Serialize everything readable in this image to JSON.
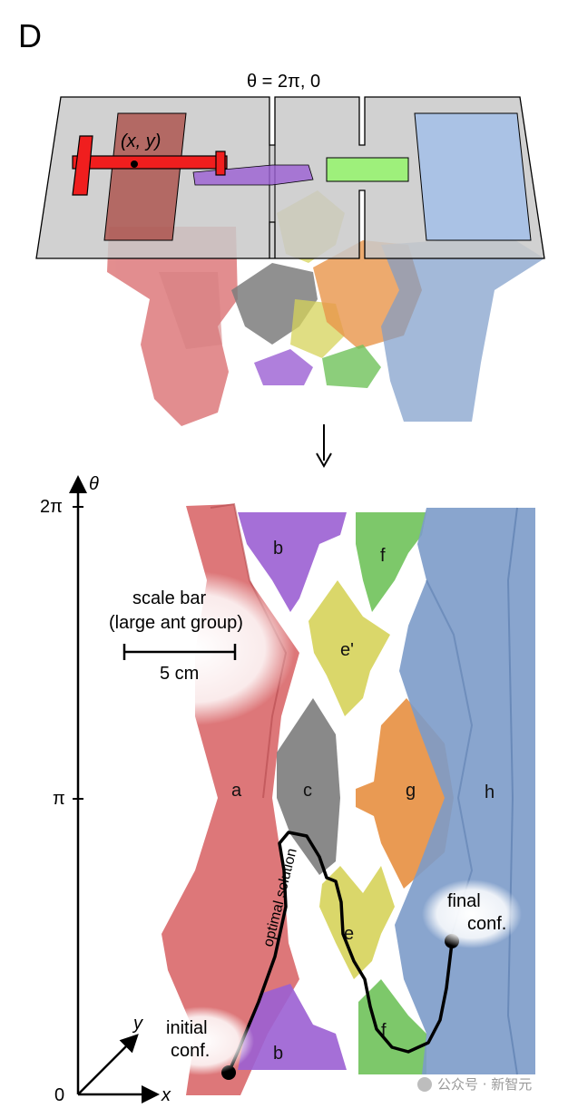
{
  "panel_label": "D",
  "top_view": {
    "plane_label": "θ = 2π, 0",
    "load_position_label": "(x, y)"
  },
  "bottom_view": {
    "axis": {
      "theta_label": "θ",
      "x_label": "x",
      "y_label": "y",
      "origin_label": "0",
      "tick_pi": "π",
      "tick_2pi": "2π"
    },
    "scale_bar": {
      "title_line1": "scale bar",
      "title_line2": "(large ant group)",
      "length_label": "5 cm"
    },
    "regions": {
      "a": "a",
      "b_top": "b",
      "b_bottom": "b",
      "c": "c",
      "e_prime": "e'",
      "e": "e",
      "f_top": "f",
      "f_bottom": "f",
      "g": "g",
      "h": "h"
    },
    "path_label": "optimal solution",
    "start_label_line1": "initial",
    "start_label_line2": "conf.",
    "end_label_line1": "final",
    "end_label_line2": "conf."
  },
  "colors": {
    "a": "#d9686a",
    "b": "#9b5fd3",
    "c": "#7c7c7c",
    "e": "#d6d35a",
    "f": "#6fc25a",
    "g": "#e8954a",
    "h": "#7c9bc9",
    "plane": "#c9c9c9",
    "load": "#f01e1e"
  },
  "watermark": "公众号 · 新智元"
}
